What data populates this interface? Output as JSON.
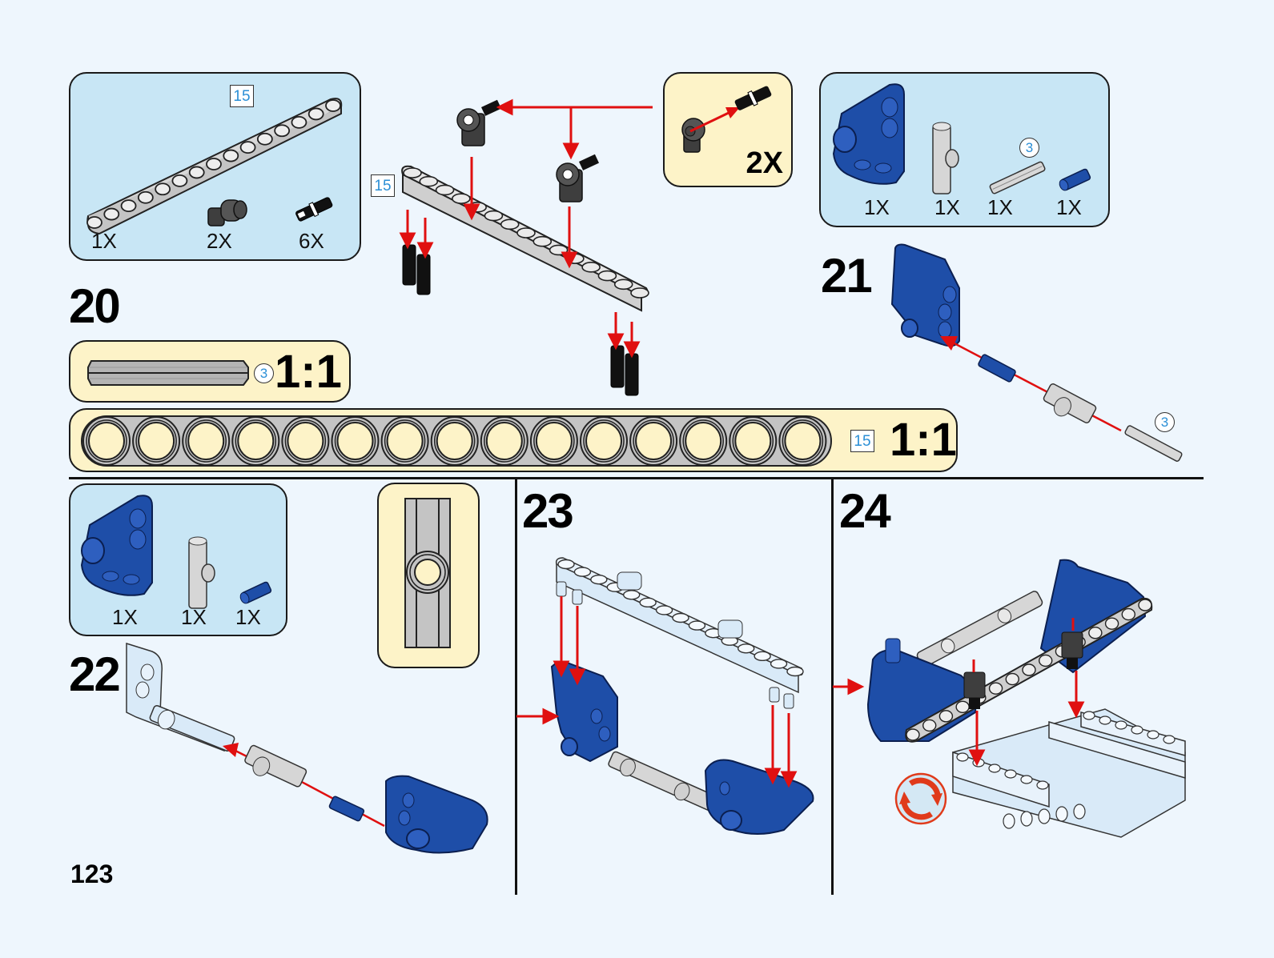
{
  "page_number": "123",
  "colors": {
    "background": "#eef6fd",
    "parts_panel_blue": "#c8e6f5",
    "ratio_panel_cream": "#fdf3c8",
    "arrow_red": "#e01010",
    "part_blue": "#1e4ea8",
    "part_gray": "#d6d6d6",
    "part_dark_gray": "#555555",
    "length_label_blue": "#2b8fd6",
    "rotate_icon_red": "#e03a1a"
  },
  "steps": [
    {
      "number": "20",
      "parts_panel": {
        "items": [
          {
            "part": "beam-15",
            "length_label": "15",
            "qty": "1X"
          },
          {
            "part": "axle-pin-connector-dark-gray",
            "qty": "2X"
          },
          {
            "part": "friction-pin-black",
            "qty": "6X"
          }
        ]
      },
      "subassembly_callout": {
        "qty": "2X"
      },
      "beam_length_label": "15"
    },
    {
      "number": "21",
      "parts_panel": {
        "items": [
          {
            "part": "blue-panel-bracket",
            "qty": "1X"
          },
          {
            "part": "axle-pin-connector-gray",
            "qty": "1X"
          },
          {
            "part": "axle-3",
            "length_label": "3",
            "qty": "1X"
          },
          {
            "part": "axle-pin-blue",
            "qty": "1X"
          }
        ]
      },
      "axle_length_label": "3"
    },
    {
      "number": "22",
      "parts_panel": {
        "items": [
          {
            "part": "blue-panel-bracket",
            "qty": "1X"
          },
          {
            "part": "axle-pin-connector-gray",
            "qty": "1X"
          },
          {
            "part": "axle-pin-blue",
            "qty": "1X"
          }
        ]
      }
    },
    {
      "number": "23"
    },
    {
      "number": "24",
      "rotate_icon": "rotate-model-icon"
    }
  ],
  "scale_references": [
    {
      "part": "axle-3",
      "length_label": "3",
      "ratio": "1:1"
    },
    {
      "part": "beam-15",
      "length_label": "15",
      "ratio": "1:1",
      "hole_count": 15
    }
  ]
}
